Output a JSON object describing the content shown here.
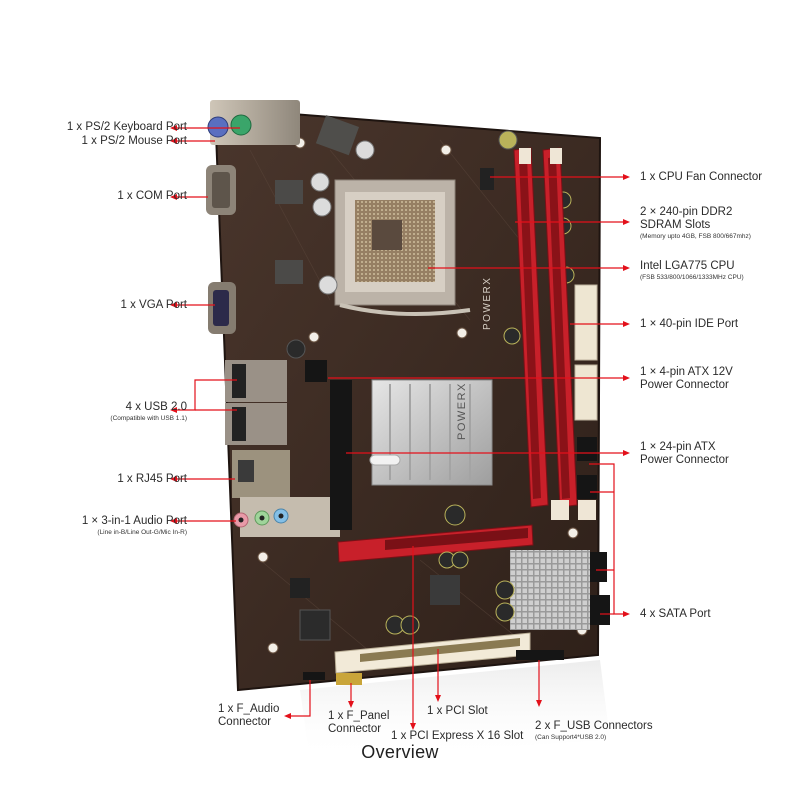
{
  "figure": {
    "title": "Overview",
    "subject": "Micro-ATX motherboard (LGA775, DDR2)",
    "brand_mark": "POWERX",
    "accent_color": "#e3101a",
    "board_color": "#3a2a22",
    "dimm_color": "#c8202a",
    "pci_color": "#f2ead8"
  },
  "callouts_left": [
    {
      "label": "1 x PS/2 Keyboard Port",
      "sub": ""
    },
    {
      "label": "1 x PS/2 Mouse Port",
      "sub": ""
    },
    {
      "label": "1 x COM Port",
      "sub": ""
    },
    {
      "label": "1 x VGA Port",
      "sub": ""
    },
    {
      "label": "4 x USB 2.0",
      "sub": "(Compatible with USB 1.1)"
    },
    {
      "label": "1 x RJ45 Port",
      "sub": ""
    },
    {
      "label": "1 × 3-in-1 Audio Port",
      "sub": "(Line in-B/Line Out-G/Mic In-R)"
    }
  ],
  "callouts_right": [
    {
      "label": "1 x CPU Fan Connector",
      "line2": "",
      "sub": ""
    },
    {
      "label": "2 × 240-pin DDR2",
      "line2": "SDRAM Slots",
      "sub": "(Memory upto 4GB, FSB 800/667mhz)"
    },
    {
      "label": "Intel LGA775 CPU",
      "line2": "",
      "sub": "(FSB 533/800/1066/1333MHz CPU)"
    },
    {
      "label": "1 × 40-pin IDE Port",
      "line2": "",
      "sub": ""
    },
    {
      "label": "1 × 4-pin ATX 12V",
      "line2": "Power Connector",
      "sub": ""
    },
    {
      "label": "1 × 24-pin ATX",
      "line2": "Power Connector",
      "sub": ""
    },
    {
      "label": "4 x SATA Port",
      "line2": "",
      "sub": ""
    }
  ],
  "callouts_bottom": [
    {
      "label": "1 x F_Audio",
      "line2": "Connector",
      "sub": ""
    },
    {
      "label": "1 x F_Panel",
      "line2": "Connector",
      "sub": ""
    },
    {
      "label": "1 x PCI Slot",
      "line2": "",
      "sub": ""
    },
    {
      "label": "1 x PCI Express X 16 Slot",
      "line2": "",
      "sub": ""
    },
    {
      "label": "2 x F_USB Connectors",
      "line2": "",
      "sub": "(Can Support4*USB 2.0)"
    }
  ]
}
